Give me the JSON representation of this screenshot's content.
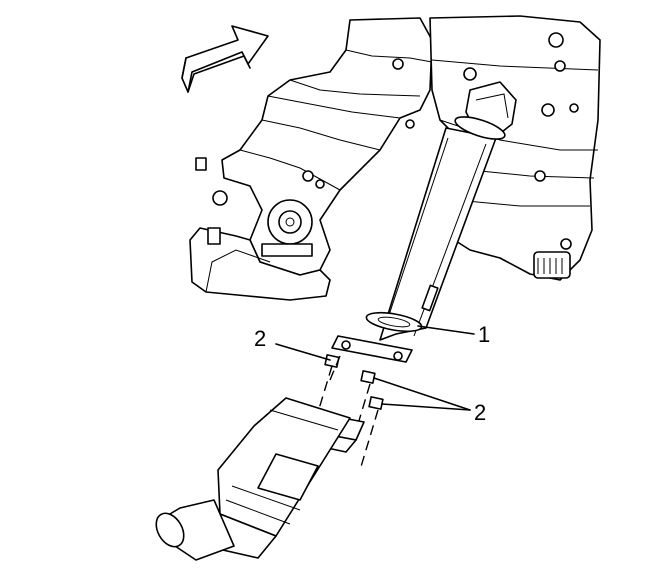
{
  "diagram": {
    "callouts": [
      {
        "id": "callout-1",
        "text": "1"
      },
      {
        "id": "callout-2-left",
        "text": "2"
      },
      {
        "id": "callout-2-right",
        "text": "2"
      }
    ],
    "icons": {
      "direction_arrow": "front-of-vehicle-arrow-icon"
    }
  }
}
